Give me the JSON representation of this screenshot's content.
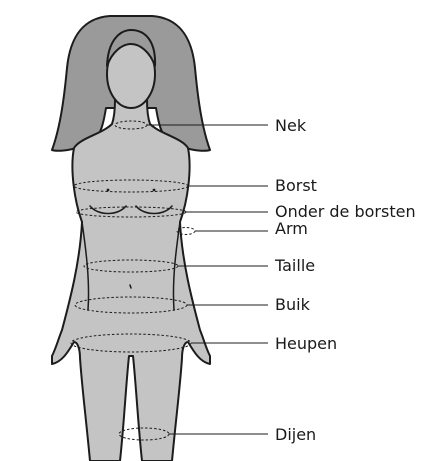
{
  "labels": {
    "nek": "Nek",
    "borst": "Borst",
    "onder_de_borsten": "Onder de borsten",
    "arm": "Arm",
    "taille": "Taille",
    "buik": "Buik",
    "heupen": "Heupen",
    "dijen": "Dijen"
  },
  "colors": {
    "body": "#c4c4c4",
    "hair": "#9a9a9a",
    "outline": "#1c1c1c"
  }
}
